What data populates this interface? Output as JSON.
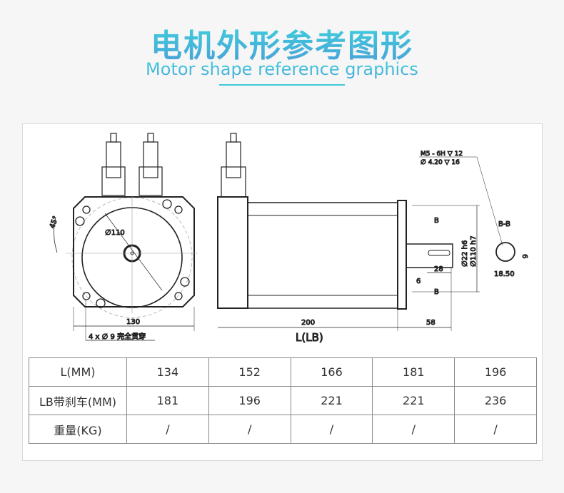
{
  "header": {
    "title_cn": "电机外形参考图形",
    "title_en": "Motor shape reference graphics"
  },
  "drawing": {
    "front": {
      "angle": "45°",
      "bore": "∅110",
      "width": "130",
      "holes": "4 x ∅ 9 完全贯穿"
    },
    "side": {
      "body_len": "200",
      "shaft_len": "58",
      "L_label": "L(LB)",
      "flange": "6",
      "key_len": "28",
      "shaft_dia": "∅22 h6",
      "pilot_dia": "∅110 h7",
      "section_mark": "B"
    },
    "thread": {
      "line1": "M5 - 6H ▽ 12",
      "line2": "∅ 4.20 ▽ 16"
    },
    "section": {
      "title": "B-B",
      "width": "18.50",
      "key": "6"
    }
  },
  "table": {
    "rows": [
      {
        "label": "L(MM)",
        "values": [
          "134",
          "152",
          "166",
          "181",
          "196"
        ]
      },
      {
        "label": "LB带刹车(MM)",
        "values": [
          "181",
          "196",
          "221",
          "221",
          "236"
        ]
      },
      {
        "label": "重量(KG)",
        "values": [
          "/",
          "/",
          "/",
          "/",
          "/"
        ]
      }
    ]
  }
}
